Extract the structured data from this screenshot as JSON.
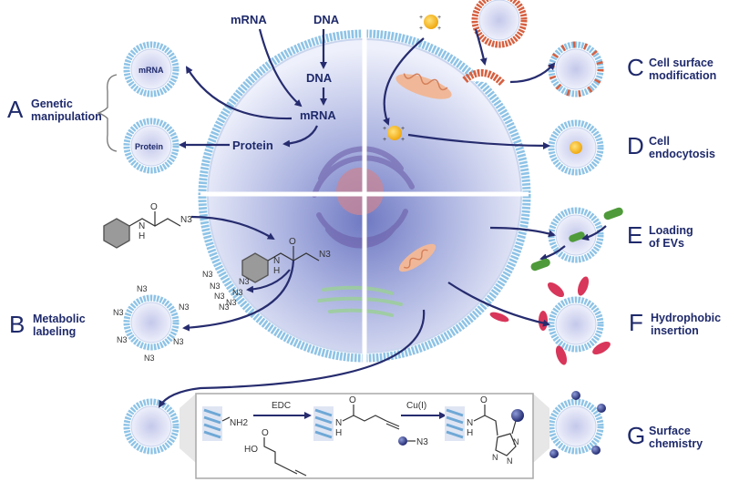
{
  "panels": {
    "A": {
      "letter": "A",
      "line1": "Genetic",
      "line2": "manipulation"
    },
    "B": {
      "letter": "B",
      "line1": "Metabolic",
      "line2": "labeling"
    },
    "C": {
      "letter": "C",
      "line1": "Cell surface",
      "line2": "modification"
    },
    "D": {
      "letter": "D",
      "line1": "Cell",
      "line2": "endocytosis"
    },
    "E": {
      "letter": "E",
      "line1": "Loading",
      "line2": "of EVs"
    },
    "F": {
      "letter": "F",
      "line1": "Hydrophobic",
      "line2": "insertion"
    },
    "G": {
      "letter": "G",
      "line1": "Surface",
      "line2": "chemistry"
    }
  },
  "genetic": {
    "dna_top": "DNA",
    "dna_mid": "DNA",
    "mrna_top": "mRNA",
    "mrna_mid": "mRNA",
    "protein": "Protein",
    "vesicle_mrna": "mRNA",
    "vesicle_protein": "Protein"
  },
  "metabolic": {
    "azide": "N3",
    "amide_o": "O",
    "amide_nh": "H",
    "amide_n": "N"
  },
  "surface_chem": {
    "step1": "EDC",
    "step2": "Cu(I)",
    "amine": "NH2",
    "acid_o": "O",
    "acid_ho": "HO",
    "azide": "N3",
    "amide_o": "O",
    "amide_nh": "H",
    "amide_n": "N",
    "triazole_n": "N"
  },
  "colors": {
    "navy": "#1f2a6b",
    "arrow": "#262c6e",
    "membrane_head": "#8ec3e6",
    "cell_fill": "#d6dcf2",
    "cell_core": "#6f79c2",
    "nucleus": "#d0909f",
    "gold": "#f4b31f",
    "orange": "#e8a37e",
    "green": "#4f9a3a",
    "red": "#d8365a"
  }
}
